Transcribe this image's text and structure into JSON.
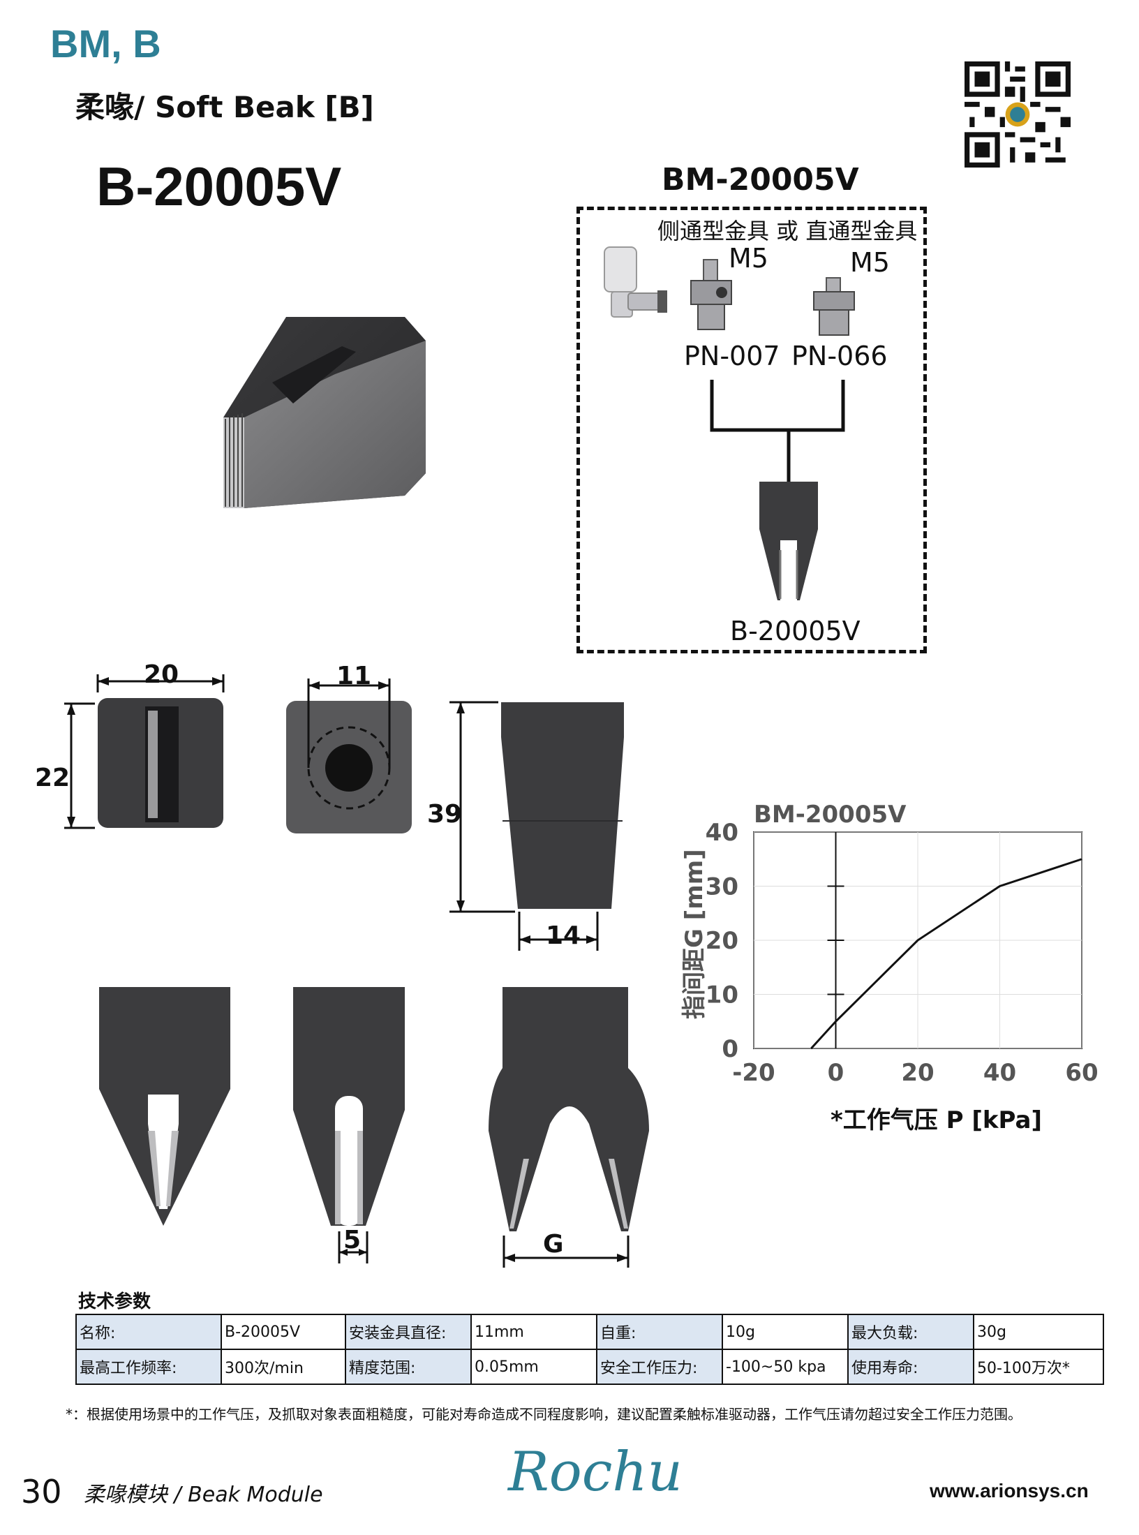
{
  "header": {
    "series": "BM, B",
    "subtitle": "柔喙/ Soft Beak [B]",
    "model": "B-20005V"
  },
  "assembly": {
    "title": "BM-20005V",
    "fitting_caption": "侧通型金具  或 直通型金具",
    "thread_left": "M5",
    "thread_right": "M5",
    "part_left": "PN-007",
    "part_right": "PN-066",
    "beak_label": "B-20005V"
  },
  "dimensions": {
    "front_width": "20",
    "front_height": "22",
    "top_diameter": "11",
    "side_height": "39",
    "side_width": "14",
    "tip_gap": "5",
    "open_gap": "G"
  },
  "chart_data": {
    "type": "line",
    "title": "BM-20005V",
    "xlabel": "*工作气压 P [kPa]",
    "ylabel": "指间距G [mm]",
    "xlim": [
      -20,
      60
    ],
    "ylim": [
      0,
      40
    ],
    "xticks": [
      "-20",
      "0",
      "20",
      "40",
      "60"
    ],
    "yticks": [
      "0",
      "10",
      "20",
      "30",
      "40"
    ],
    "grid": true,
    "series": [
      {
        "x": [
          -6,
          0,
          20,
          40,
          60
        ],
        "y": [
          0,
          5,
          20,
          30,
          35
        ]
      }
    ]
  },
  "specs": {
    "title": "技术参数",
    "rows": [
      [
        "名称:",
        "B-20005V",
        "安装金具直径:",
        "11mm",
        "自重:",
        "10g",
        "最大负载:",
        "30g"
      ],
      [
        "最高工作频率:",
        "300次/min",
        "精度范围:",
        "0.05mm",
        "安全工作压力:",
        " -100~50 kpa",
        "使用寿命:",
        "50-100万次*"
      ]
    ]
  },
  "footnote": "*：根据使用场景中的工作气压，及抓取对象表面粗糙度，可能对寿命造成不同程度影响，建议配置柔触标准驱动器，工作气压请勿超过安全工作压力范围。",
  "footer": {
    "page": "30",
    "module": "柔喙模块 / Beak Module",
    "logo": "Rochu",
    "website": "www.arionsys.cn"
  },
  "colors": {
    "brand": "#2e7f95",
    "table_key_bg": "#dce6f2",
    "part_dark": "#3c3c3e"
  }
}
